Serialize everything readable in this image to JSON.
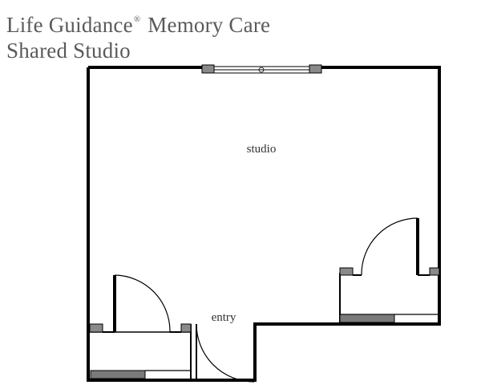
{
  "title": {
    "brand": "Life Guidance",
    "mark": "®",
    "suffix": "Memory Care",
    "subtitle": "Shared Studio"
  },
  "rooms": {
    "studio": "studio",
    "entry": "entry"
  },
  "colors": {
    "text": "#5a5a5a",
    "wall": "#000000",
    "wall_fill": "#ffffff",
    "fixture": "#808080"
  }
}
